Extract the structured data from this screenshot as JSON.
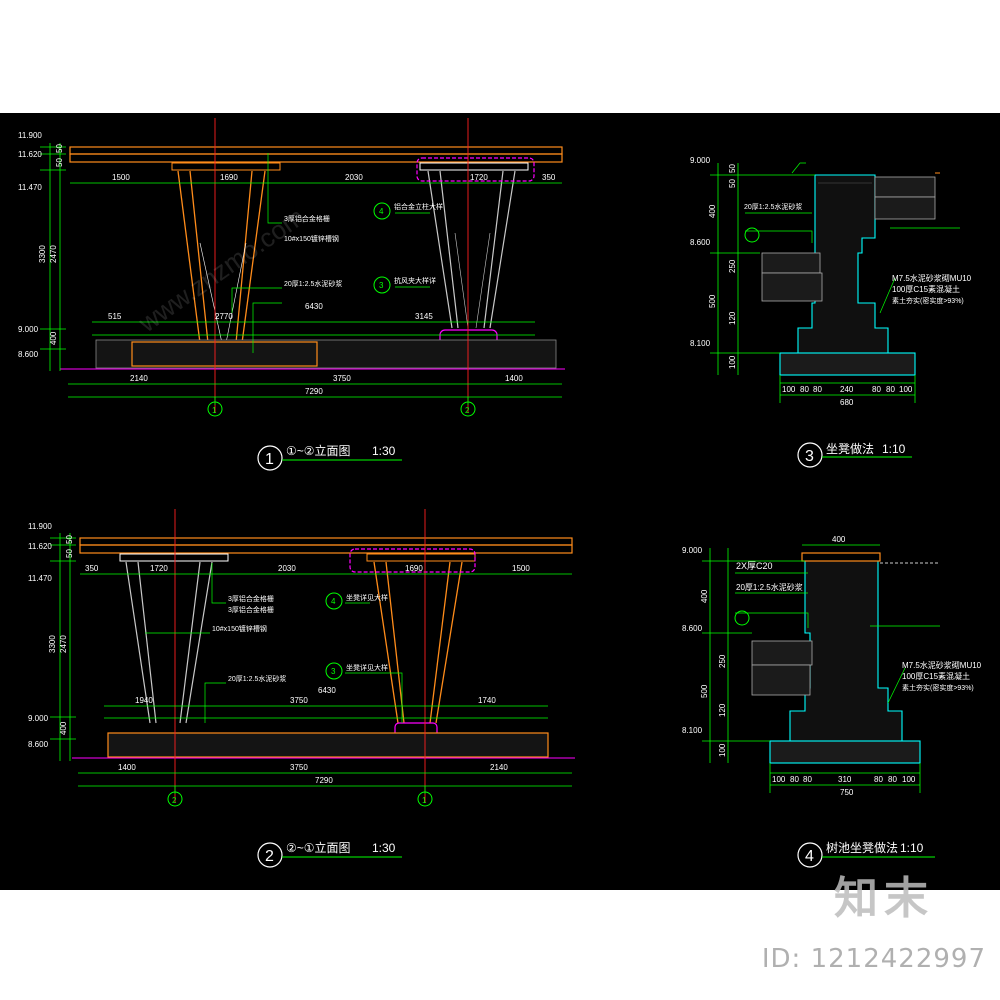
{
  "colors": {
    "dim": "#00ff00",
    "beam": "#ff8c1a",
    "axis": "#ff2020",
    "mark": "#ff00ff",
    "cyan": "#00ffff",
    "white": "#ffffff"
  },
  "view1": {
    "num": "1",
    "title": "①~②立面图",
    "scale": "1:30",
    "levels": [
      "11.900",
      "11.620",
      "11.470",
      "9.000",
      "8.600"
    ],
    "vdims": [
      "50",
      "50",
      "3300",
      "2470",
      "400"
    ],
    "top_dims": [
      "1500",
      "1690",
      "2030",
      "1720",
      "350"
    ],
    "mid_dims": [
      "515",
      "2770",
      "3145"
    ],
    "mid_total": "6430",
    "bot_dims": [
      "2140",
      "3750",
      "1400"
    ],
    "total": "7290",
    "axes": [
      "1",
      "2"
    ],
    "notes": [
      "3厚铝合金格栅",
      "10#x150镀锌槽钢",
      "20厚1:2.5水泥砂浆",
      "铝合金立柱大样",
      "抗风夹大样详"
    ],
    "callouts": [
      "4",
      "3"
    ]
  },
  "view2": {
    "num": "2",
    "title": "②~①立面图",
    "scale": "1:30",
    "levels": [
      "11.900",
      "11.620",
      "11.470",
      "9.000",
      "8.600"
    ],
    "vdims": [
      "50",
      "50",
      "3300",
      "2470",
      "400"
    ],
    "top_dims": [
      "350",
      "1720",
      "2030",
      "1690",
      "1500"
    ],
    "mid_dims": [
      "1940",
      "3750",
      "1740"
    ],
    "mid_total": "6430",
    "bot_dims": [
      "1400",
      "3750",
      "2140"
    ],
    "total": "7290",
    "axes": [
      "2",
      "1"
    ],
    "notes": [
      "3厚铝合金格栅",
      "3厚铝合金格栅",
      "10#x150镀锌槽钢",
      "20厚1:2.5水泥砂浆",
      "坐凳详见大样",
      "坐凳详见大样"
    ],
    "callouts": [
      "4",
      "3"
    ]
  },
  "view3": {
    "num": "3",
    "title": "坐凳做法",
    "scale": "1:10",
    "levels": [
      "9.000",
      "8.600",
      "8.100"
    ],
    "vdims": [
      "50",
      "50",
      "400",
      "250",
      "500",
      "120",
      "100"
    ],
    "bot_dims": [
      "100",
      "80",
      "80",
      "240",
      "80",
      "80",
      "100"
    ],
    "total": "680",
    "notes": [
      "20厚1:2.5水泥砂浆",
      "M7.5水泥砂浆砌MU10",
      "100厚C15素混凝土",
      "素土夯实(密实度>93%)"
    ]
  },
  "view4": {
    "num": "4",
    "title": "树池坐凳做法",
    "scale": "1:10",
    "levels": [
      "9.000",
      "8.600",
      "8.100"
    ],
    "vdims": [
      "400",
      "250",
      "500",
      "120",
      "100"
    ],
    "top_dim": "400",
    "bot_dims": [
      "100",
      "80",
      "80",
      "310",
      "80",
      "80",
      "100"
    ],
    "total": "750",
    "notes": [
      "2X厚C20",
      "20厚1:2.5水泥砂浆",
      "M7.5水泥砂浆砌MU10",
      "100厚C15素混凝土",
      "素土夯实(密实度>93%)"
    ]
  },
  "watermark": {
    "logo": "知末",
    "id": "ID: 1212422997",
    "site": "www.znzmo.com"
  }
}
